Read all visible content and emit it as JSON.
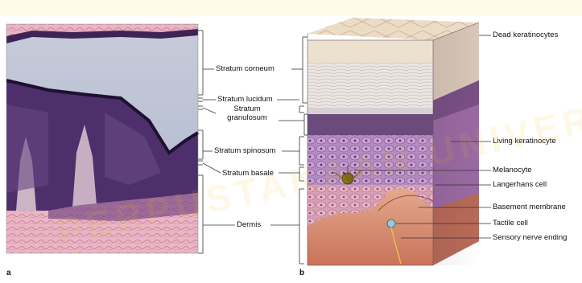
{
  "panel_a": {
    "letter": "a",
    "labels": [
      "Stratum corneum",
      "Stratum lucidum",
      "Stratum granulosum",
      "Stratum spinosum",
      "Stratum basale",
      "Dermis"
    ]
  },
  "panel_b": {
    "letter": "b",
    "labels": [
      "Dead keratinocytes",
      "Living keratinocyte",
      "Melanocyte",
      "Langerhans cell",
      "Basement membrane",
      "Tactile cell",
      "Sensory nerve ending"
    ]
  },
  "watermark_text": "PERPUSTAKAAN UNIVERSITAS NEGERI",
  "colors": {
    "corneum": "#bfc6d8",
    "epidermis_purple": "#4b2f6a",
    "dermis_pink": "#e7b6c2",
    "block_top": "#e9d5b8",
    "living_layer": "#b38fc0",
    "dermis_block": "#d9886a"
  }
}
